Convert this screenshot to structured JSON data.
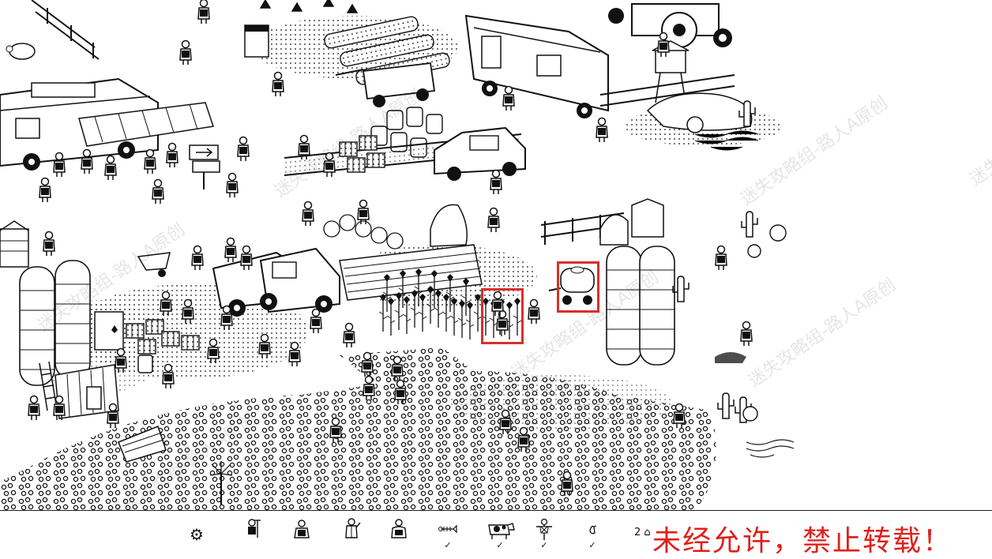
{
  "toolbar": {
    "settings_icon": "gear-icon",
    "targets": [
      {
        "name": "target-1",
        "icon": "figure-with-rake-icon",
        "found": false
      },
      {
        "name": "target-2",
        "icon": "seated-figure-icon",
        "found": false
      },
      {
        "name": "target-3",
        "icon": "waving-figure-icon",
        "found": false
      },
      {
        "name": "target-4",
        "icon": "dancing-figure-icon",
        "found": false
      },
      {
        "name": "target-5",
        "icon": "fish-skeleton-icon",
        "found": true
      },
      {
        "name": "target-6",
        "icon": "cow-icon",
        "found": true
      },
      {
        "name": "target-7",
        "icon": "scarecrow-icon",
        "found": true
      },
      {
        "name": "target-8",
        "icon": "small-bird-icon",
        "found": true
      }
    ],
    "check_mark": "✓",
    "counter": "2 ⌂"
  },
  "banner": "未经允许，禁止转载！",
  "watermark": "迷失攻略组-路人A原创",
  "colors": {
    "ink": "#111111",
    "paper": "#ffffff",
    "highlight": "#d8302c",
    "banner": "#e0201b"
  }
}
